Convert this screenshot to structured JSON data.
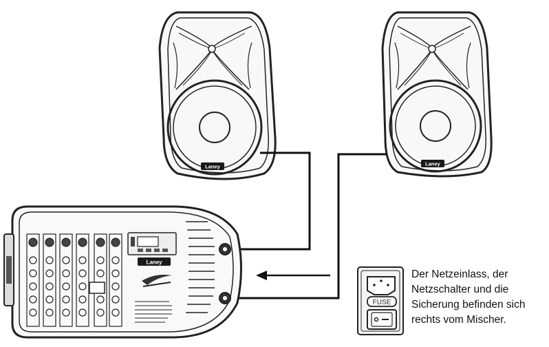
{
  "speaker_left": {
    "brand": "Laney"
  },
  "speaker_right": {
    "brand": "Laney"
  },
  "mixer": {
    "brand": "Laney"
  },
  "power_panel": {
    "fuse_label": "FUSE"
  },
  "caption": {
    "lines": [
      "Der Netzeinlass, der",
      "Netzschalter und die",
      "Sicherung befinden sich",
      "rechts vom Mischer."
    ]
  }
}
